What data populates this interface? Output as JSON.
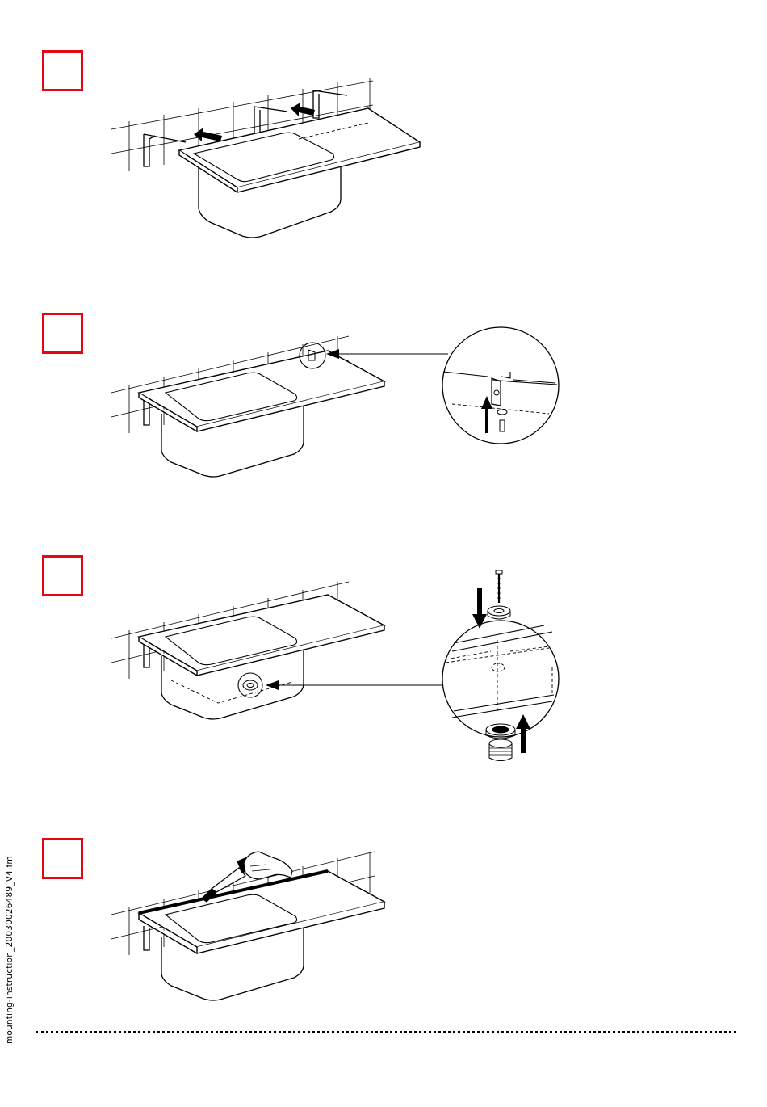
{
  "document": {
    "file_label": "mounting-instruction_20030026489_V4.fm",
    "step_box_color": "#e30613",
    "steps": [
      {
        "illustration": "sink-slid-onto-wall-brackets"
      },
      {
        "illustration": "sink-fixed-to-bracket-with-screw-detail"
      },
      {
        "illustration": "drain-strainer-installation-detail"
      },
      {
        "illustration": "sealant-applied-along-wall-edge"
      }
    ]
  }
}
